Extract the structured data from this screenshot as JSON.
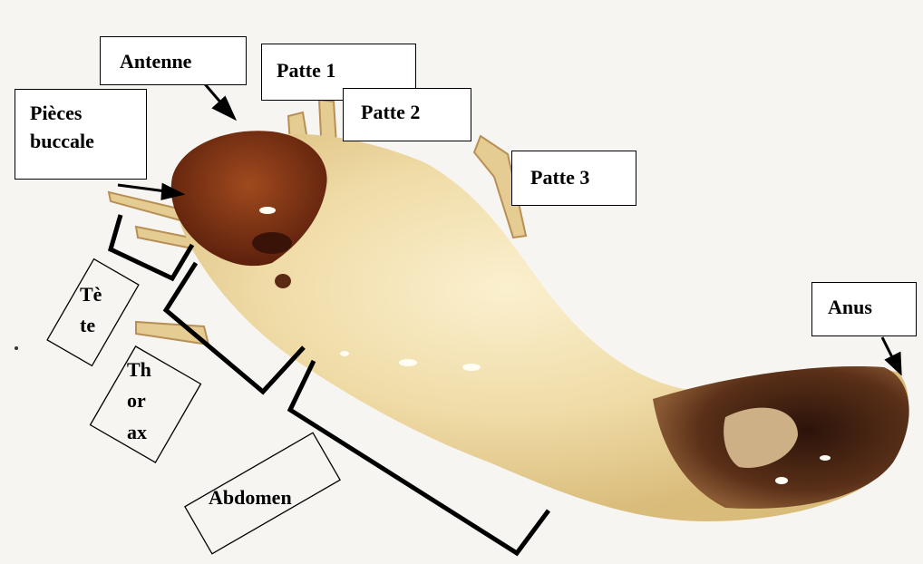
{
  "labels": {
    "antenne": "Antenne",
    "patte1": "Patte 1",
    "patte2": "Patte 2",
    "patte3": "Patte 3",
    "pieces_line1": "Pièces",
    "pieces_line2": "buccale",
    "anus": "Anus",
    "tete_line1": "Tè",
    "tete_line2": "te",
    "thorax_line1": "Th",
    "thorax_line2": "or",
    "thorax_line3": "ax",
    "abdomen": "Abdomen"
  },
  "colors": {
    "background": "#f6f5f1",
    "body": "#ecd8a2",
    "head": "#7a2e12",
    "tail": "#4a2414",
    "annotation": "#000000"
  }
}
